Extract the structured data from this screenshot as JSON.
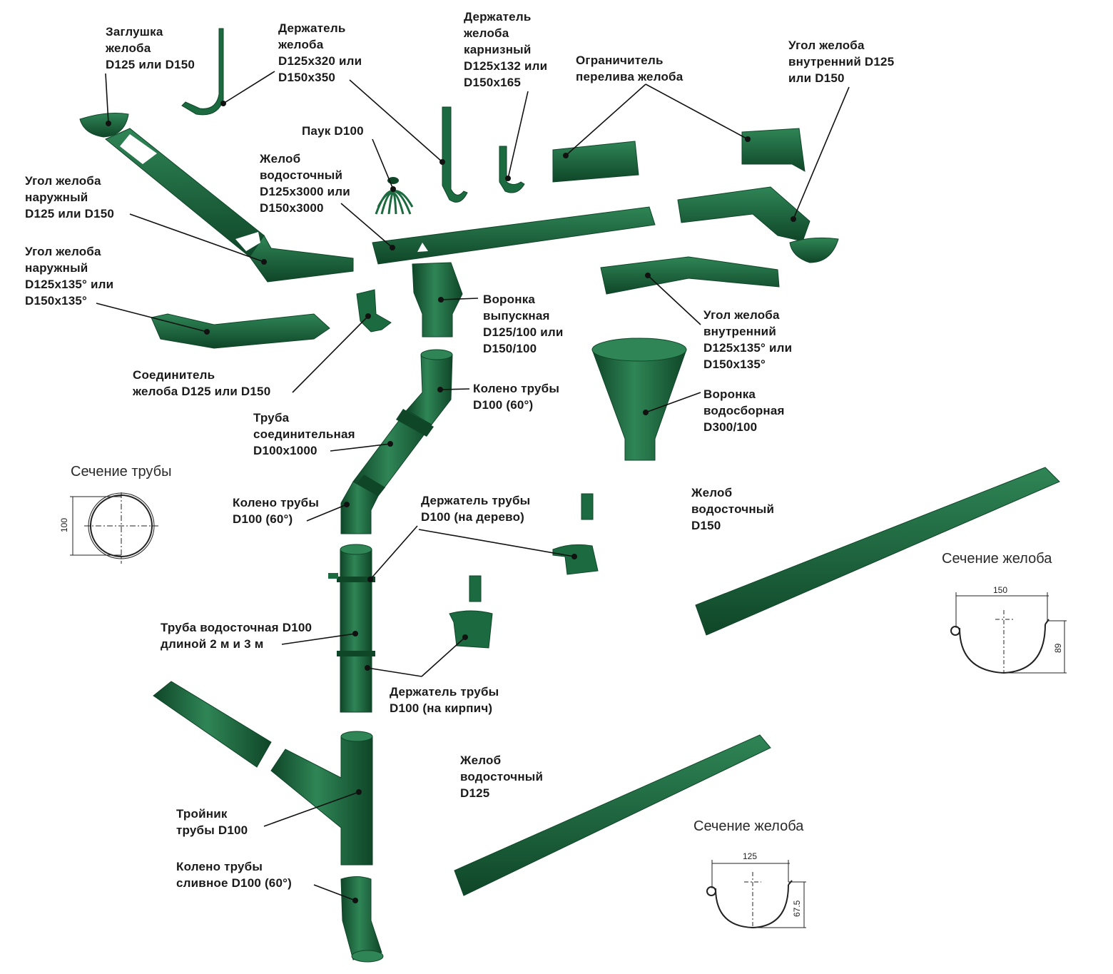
{
  "palette": {
    "part": "#1c6a3f",
    "part_dark": "#0f4628",
    "part_light": "#3d8f5f",
    "leader": "#111111",
    "background": "#ffffff"
  },
  "labels": {
    "cap": "Заглушка\nжелоба\nD125 или D150",
    "holder_long": "Держатель\nжелоба\nD125x320 или\nD150x350",
    "holder_eaves": "Держатель\nжелоба\nкарнизный\nD125x132 или\nD150x165",
    "overflow": "Ограничитель\nперелива желоба",
    "inner_corner": "Угол желоба\nвнутренний D125\nили D150",
    "spider": "Паук D100",
    "gutter_main": "Желоб\nводосточный\nD125x3000 или\nD150x3000",
    "outer_corner": "Угол желоба\nнаружный\nD125 или D150",
    "outer_corner_135": "Угол желоба\nнаружный\nD125x135° или\nD150x135°",
    "outlet": "Воронка\nвыпускная\nD125/100 или\nD150/100",
    "inner_corner_135": "Угол желоба\nвнутренний\nD125x135° или\nD150x135°",
    "connector": "Соединитель\nжелоба D125 или D150",
    "elbow_top": "Колено трубы\nD100 (60°)",
    "hopper": "Воронка\nводосборная\nD300/100",
    "pipe_connector": "Труба\nсоединительная\nD100x1000",
    "elbow_mid": "Колено трубы\nD100 (60°)",
    "holder_wood": "Держатель трубы\nD100 (на дерево)",
    "gutter_150": "Желоб\nводосточный\nD150",
    "downpipe": "Труба водосточная D100\nдлиной 2 м и 3 м",
    "holder_brick": "Держатель трубы\nD100 (на кирпич)",
    "gutter_125": "Желоб\nводосточный\nD125",
    "tee": "Тройник\nтрубы D100",
    "elbow_drain": "Колено трубы\nсливное D100 (60°)"
  },
  "sections": {
    "pipe": {
      "title": "Сечение трубы",
      "dim": "100"
    },
    "gutter150": {
      "title": "Сечение желоба",
      "width": "150",
      "depth": "89"
    },
    "gutter125": {
      "title": "Сечение желоба",
      "width": "125",
      "depth": "67.5"
    }
  }
}
